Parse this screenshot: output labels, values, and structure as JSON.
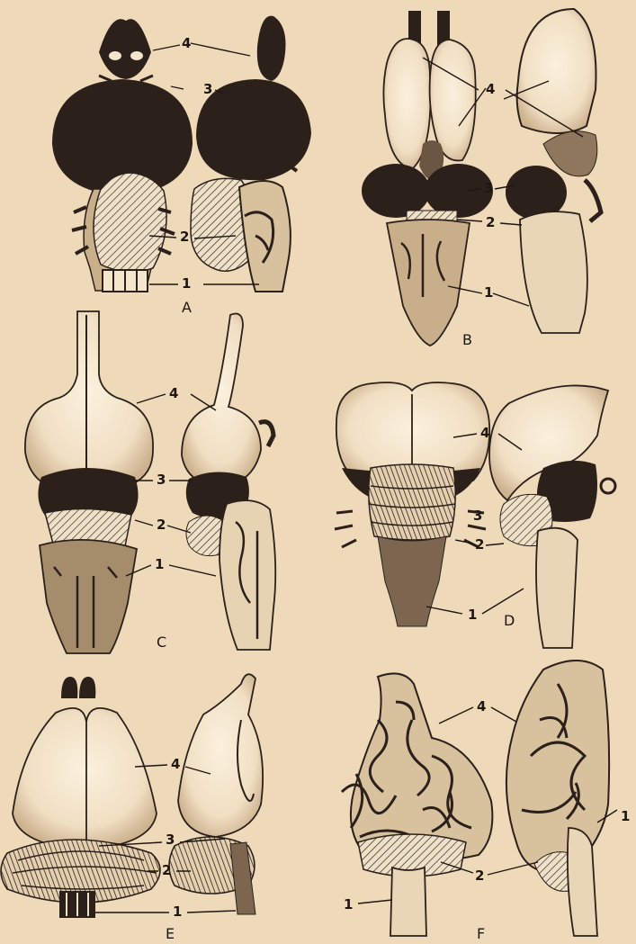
{
  "figure": {
    "panels": [
      {
        "id": "A",
        "label": "A",
        "callouts": [
          "4",
          "3",
          "2",
          "1"
        ]
      },
      {
        "id": "B",
        "label": "B",
        "callouts": [
          "4",
          "3",
          "2",
          "1"
        ]
      },
      {
        "id": "C",
        "label": "C",
        "callouts": [
          "4",
          "3",
          "2",
          "1"
        ]
      },
      {
        "id": "D",
        "label": "D",
        "callouts": [
          "4",
          "3",
          "2",
          "1"
        ]
      },
      {
        "id": "E",
        "label": "E",
        "callouts": [
          "4",
          "3",
          "2",
          "1"
        ]
      },
      {
        "id": "F",
        "label": "F",
        "callouts": [
          "4",
          "2",
          "1",
          "1"
        ]
      }
    ]
  },
  "colors": {
    "paper": "#eed9b9",
    "ink": "#1f1610",
    "dark_lobe": "#2b211a",
    "light_lobe": "#f4e6cd"
  }
}
